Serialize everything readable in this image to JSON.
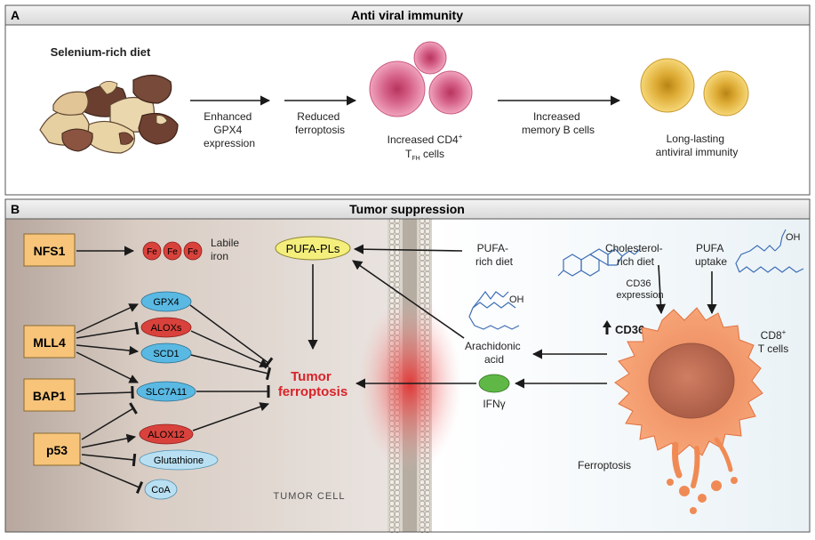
{
  "panel_a": {
    "letter": "A",
    "title": "Anti viral immunity",
    "diet_label": "Selenium-rich diet",
    "step1": [
      "Enhanced",
      "GPX4",
      "expression"
    ],
    "step2": [
      "Reduced",
      "ferroptosis"
    ],
    "tfh_line1": "Increased CD4",
    "tfh_sup": "+",
    "tfh_line2": "T",
    "tfh_sub": "FH",
    "tfh_line2_rest": " cells",
    "step3": [
      "Increased",
      "memory B cells"
    ],
    "outcome": [
      "Long-lasting",
      "antiviral immunity"
    ]
  },
  "panel_b": {
    "letter": "B",
    "title": "Tumor suppression",
    "genes": {
      "nfs1": "NFS1",
      "mll4": "MLL4",
      "bap1": "BAP1",
      "p53": "p53"
    },
    "fe": "Fe",
    "labile_iron": [
      "Labile",
      "iron"
    ],
    "nodes": {
      "gpx4": "GPX4",
      "aloxs": "ALOXs",
      "scd1": "SCD1",
      "slc7a11": "SLC7A11",
      "alox12": "ALOX12",
      "glutathione": "Glutathione",
      "coa": "CoA"
    },
    "pufa_pls": "PUFA-PLs",
    "tumor_ferroptosis": [
      "Tumor",
      "ferroptosis"
    ],
    "tumor_cell": "TUMOR CELL",
    "pufa_diet": [
      "PUFA-",
      "rich diet"
    ],
    "cholesterol_diet": [
      "Cholesterol-",
      "rich diet"
    ],
    "pufa_uptake": [
      "PUFA",
      "uptake"
    ],
    "cd36_expression": [
      "CD36",
      "expression"
    ],
    "cd36": "CD36",
    "oh1": "OH",
    "oh2": "OH",
    "arachidonic": [
      "Arachidonic",
      "acid"
    ],
    "ifng": "IFNγ",
    "cd8_line1": "CD8",
    "cd8_sup": "+",
    "cd8_line2": "T cells",
    "ferroptosis": "Ferroptosis"
  },
  "colors": {
    "gene_box": "#f7c47a",
    "blue_node": "#5ab9e3",
    "red_node": "#d9423c",
    "pale_blue_node": "#b9e0f2",
    "pufa_node": "#f4ee7c",
    "ifng_node": "#5fb846",
    "tumor_text": "#d8232a",
    "pink_cell": "#e17b9e",
    "yellow_cell": "#ebbd45",
    "t_cell": "#f08a55"
  }
}
